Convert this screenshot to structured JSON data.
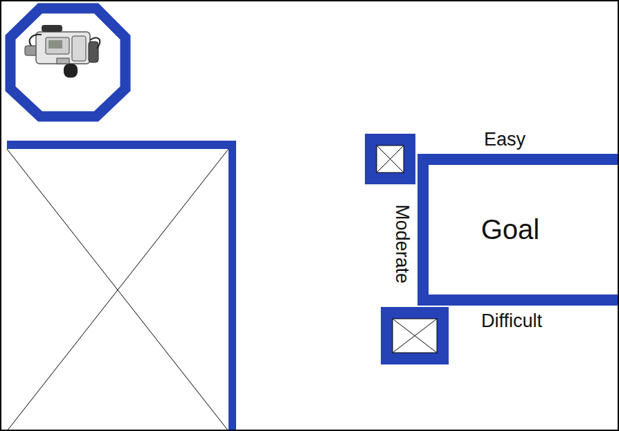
{
  "diagram": {
    "nodes": [
      {
        "text": [
          "Goal"
        ]
      }
    ],
    "labels": [
      "Easy",
      "Moderate",
      "Difficult"
    ]
  }
}
